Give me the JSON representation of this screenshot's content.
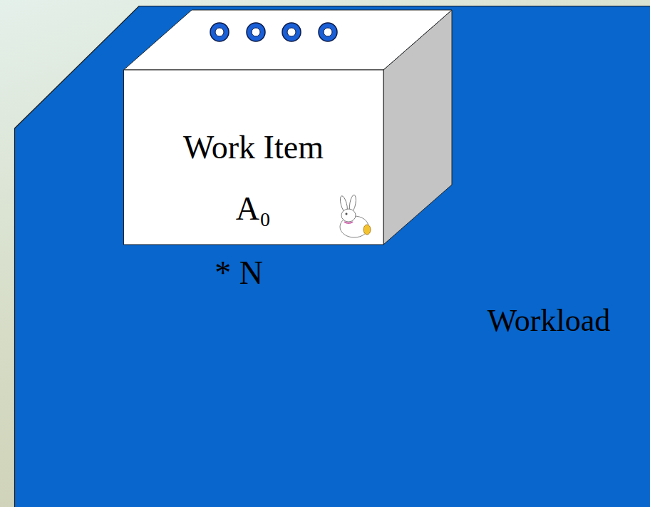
{
  "diagram": {
    "nodes": [
      {
        "text": [
          "Workload"
        ]
      },
      {
        "text": [
          "Work Item",
          "A₀"
        ],
        "in": 0
      }
    ],
    "labels": [
      "* N"
    ]
  }
}
